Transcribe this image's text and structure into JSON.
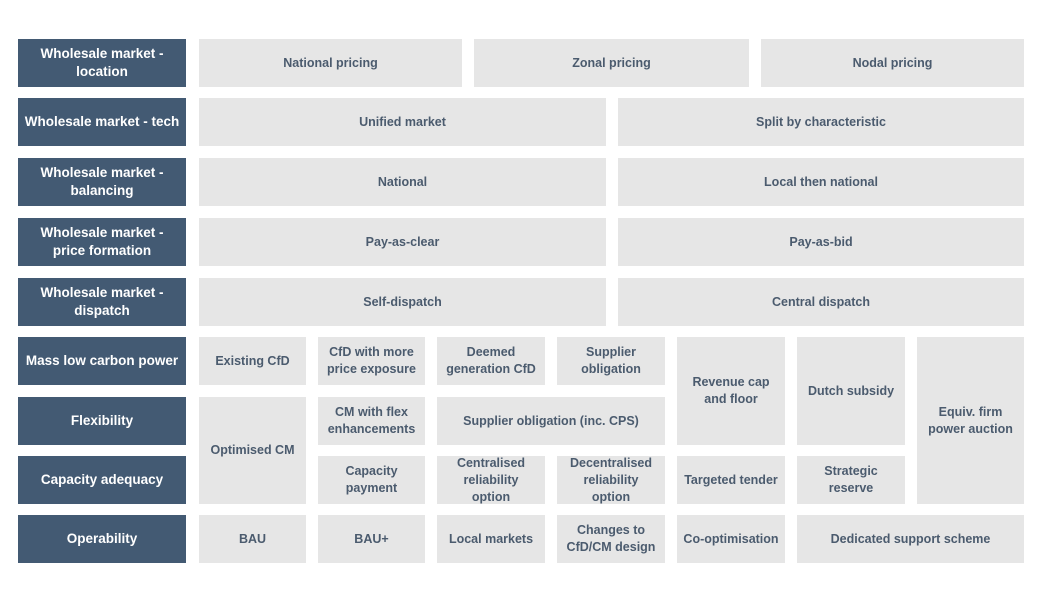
{
  "rows": [
    "Wholesale market - location",
    "Wholesale market - tech",
    "Wholesale market - balancing",
    "Wholesale market - price formation",
    "Wholesale market - dispatch",
    "Mass low carbon power",
    "Flexibility",
    "Capacity adequacy",
    "Operability"
  ],
  "location": [
    "National pricing",
    "Zonal pricing",
    "Nodal pricing"
  ],
  "tech": [
    "Unified market",
    "Split by characteristic"
  ],
  "balancing": [
    "National",
    "Local then national"
  ],
  "price_formation": [
    "Pay-as-clear",
    "Pay-as-bid"
  ],
  "dispatch": [
    "Self-dispatch",
    "Central dispatch"
  ],
  "mass_low_carbon": [
    "Existing CfD",
    "CfD with more price exposure",
    "Deemed generation CfD",
    "Supplier obligation"
  ],
  "shared": {
    "revenue_cap": "Revenue cap and floor",
    "dutch_subsidy": "Dutch subsidy",
    "equiv_firm": "Equiv. firm power auction",
    "optimised_cm": "Optimised CM"
  },
  "flexibility": [
    "CM with flex enhancements",
    "Supplier obligation (inc. CPS)"
  ],
  "capacity_adequacy": [
    "Capacity payment",
    "Centralised reliability option",
    "Decentralised reliability option",
    "Targeted tender",
    "Strategic reserve"
  ],
  "operability": [
    "BAU",
    "BAU+",
    "Local markets",
    "Changes to CfD/CM design",
    "Co-optimisation",
    "Dedicated support scheme"
  ]
}
